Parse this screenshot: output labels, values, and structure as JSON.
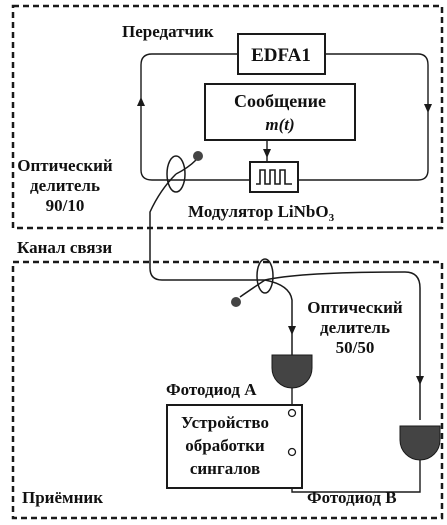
{
  "colors": {
    "ink": "#1a1a1a",
    "fill": "#444444",
    "background": "#ffffff"
  },
  "transmitter": {
    "label": "Передатчик",
    "amplifier": "EDFA1",
    "message_line1": "Сообщение",
    "message_line2": "m(t)",
    "modulator_main": "Модулятор LiNbO",
    "modulator_sub": "3",
    "splitter_line1": "Оптический",
    "splitter_line2": "делитель",
    "splitter_line3": "90/10"
  },
  "channel": {
    "label": "Канал связи"
  },
  "receiver": {
    "label": "Приёмник",
    "splitter_line1": "Оптический",
    "splitter_line2": "делитель",
    "splitter_line3": "50/50",
    "photodiode_a": "Фотодиод А",
    "photodiode_b": "Фотодиод В",
    "processor_line1": "Устройство",
    "processor_line2": "обработки",
    "processor_line3": "сингалов"
  },
  "icons": [
    "arrow-icon",
    "pulse-train-icon",
    "photodiode-icon",
    "fiber-coupler-icon"
  ]
}
